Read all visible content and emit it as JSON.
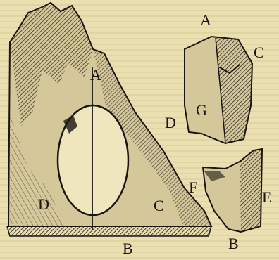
{
  "figure": {
    "left_labels": {
      "A": "A",
      "B": "B",
      "C": "C",
      "D": "D"
    },
    "right_top_labels": {
      "A": "A",
      "C": "C",
      "D": "D",
      "G": "G"
    },
    "right_bottom_labels": {
      "B": "B",
      "E": "E",
      "F": "F"
    }
  },
  "colors": {
    "paper": "#e9dfb0",
    "ink": "#1a1510"
  }
}
